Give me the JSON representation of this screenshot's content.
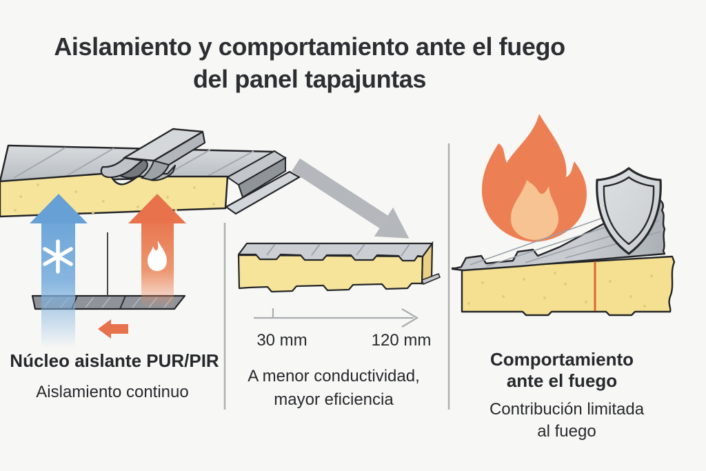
{
  "title": {
    "line1": "Aislamiento y comportamiento ante el fuego",
    "line2": "del panel tapajuntas"
  },
  "sections": {
    "insulation": {
      "heading": "Núcleo aislante PUR/PIR",
      "subheading": "Aislamiento continuo"
    },
    "thickness": {
      "min_label": "30 mm",
      "max_label": "120 mm",
      "caption_line1": "A menor conductividad,",
      "caption_line2": "mayor eficiencia"
    },
    "fire": {
      "heading_line1": "Comportamiento",
      "heading_line2": "ante el fuego",
      "subheading_line1": "Contribución limitada",
      "subheading_line2": "al fuego"
    }
  },
  "icons": {
    "cold": "snowflake-icon",
    "heat": "flame-icon",
    "protection": "shield-icon",
    "pointer": "arrow-icon"
  },
  "colors": {
    "background": "#f7f7f5",
    "text": "#26282c",
    "cold_arrow": "#67a0d4",
    "heat_arrow": "#e7724b",
    "flame_outer": "#ed7f54",
    "flame_inner": "#f7c392",
    "foam": "#f7e49b",
    "foam_right": "#f5e092",
    "metal_light": "#cfd3d7",
    "metal_mid": "#aab0b5",
    "joint_accent": "#d9692f",
    "divider": "#b0b0ae",
    "outline": "#232528"
  }
}
